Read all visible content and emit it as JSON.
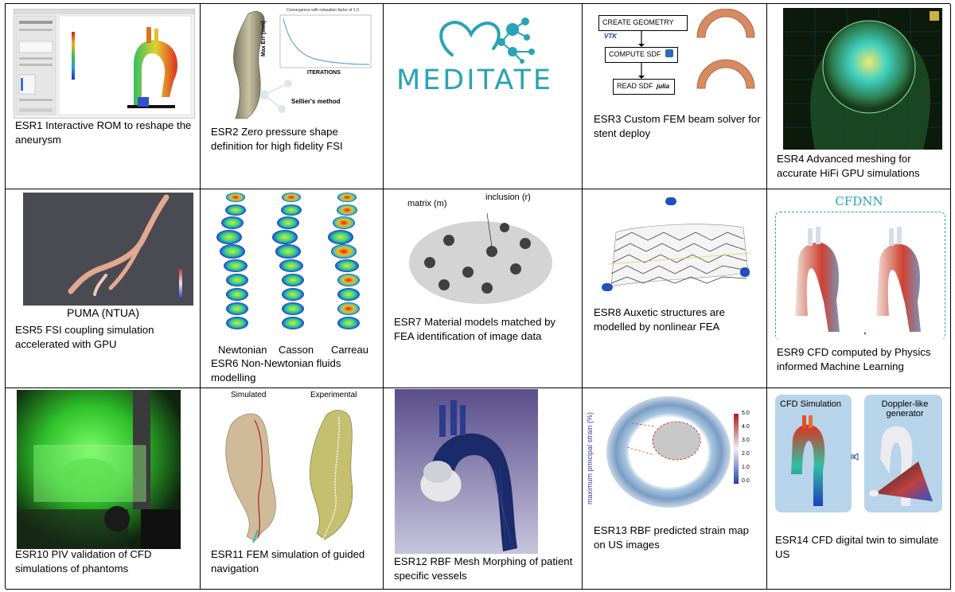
{
  "captions": {
    "esr1": "ESR1 Interactive ROM to reshape the aneurysm",
    "esr2": "ESR2 Zero pressure shape definition for high fidelity FSI",
    "esr3": "ESR3 Custom FEM beam solver for stent deploy",
    "esr4": "ESR4 Advanced meshing for accurate HiFi GPU simulations",
    "esr5": "ESR5 FSI coupling simulation accelerated with GPU",
    "esr6": "ESR6 Non-Newtonian fluids modelling",
    "esr7": "ESR7 Material models matched by FEA identification of image data",
    "esr8": "ESR8 Auxetic structures are modelled by nonlinear FEA",
    "esr9": "ESR9 CFD computed by Physics informed Machine Learning",
    "esr10": "ESR10 PIV validation of CFD simulations of phantoms",
    "esr11": "ESR11 FEM simulation of guided navigation",
    "esr12": "ESR12 RBF Mesh Morphing of patient specific vessels",
    "esr13": "ESR13 RBF predicted strain map on US images",
    "esr14": "ESR14 CFD digital twin to simulate US"
  },
  "logo": {
    "text": "MEDITATE",
    "color": "#29a3b5"
  },
  "esr2_plot": {
    "title": "Convergence with relaxation factor of 1.0",
    "ylabel": "Max Err (mm)",
    "xlabel": "ITERATIONS",
    "method": "Sellier's method"
  },
  "esr3_flow": {
    "step1": "CREATE GEOMETRY",
    "step1_tag": "VTK",
    "step2": "COMPUTE SDF",
    "step3": "READ SDF",
    "step3_tag": "julia"
  },
  "esr5_label": "PUMA (NTUA)",
  "esr6_labels": [
    "Newtonian",
    "Casson",
    "Carreau"
  ],
  "esr7_labels": {
    "matrix": "matrix (m)",
    "inclusion": "inclusion (r)"
  },
  "esr9_title": "CFDNN",
  "esr11_labels": {
    "simulated": "Simulated",
    "experimental": "Experimental"
  },
  "esr13": {
    "axis_label": "maximum principal strain (%)",
    "ticks": [
      "5.0",
      "4.0",
      "3.0",
      "2.0",
      "1.0",
      "0.0"
    ]
  },
  "esr14_labels": {
    "cfd": "CFD Simulation",
    "doppler": "Doppler-like generator"
  },
  "colors": {
    "cyan": "#29a3b5",
    "green": "#39e63c",
    "red": "#d8232a",
    "blue": "#1e3cc8"
  }
}
